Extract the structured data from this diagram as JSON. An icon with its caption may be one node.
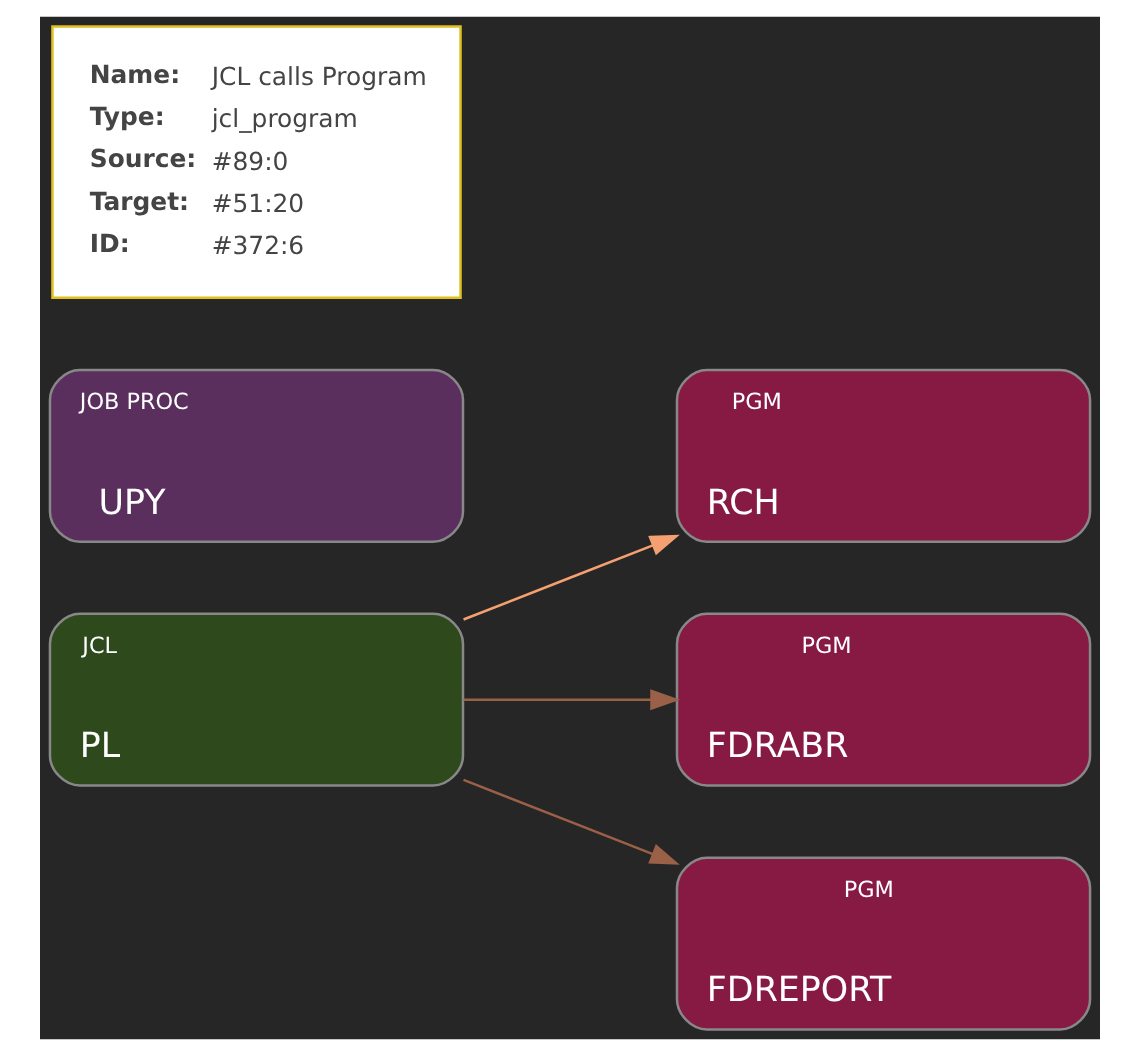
{
  "diagram": {
    "nodes": [
      {
        "text": [
          "JCL",
          "PL"
        ]
      },
      {
        "text": [
          "PGM",
          "RCH"
        ]
      },
      {
        "text": [
          "JOB PROC",
          "UPY"
        ]
      },
      {
        "text": [
          "PGM",
          "FDRABR"
        ]
      },
      {
        "text": [
          "PGM",
          "FDREPORT"
        ]
      },
      {
        "text": [
          "Name:",
          "JCL calls Program",
          "Type:",
          "jcl_program",
          "Source:",
          "#89:0",
          "Target:",
          "#51:20",
          "ID:",
          "#372:6"
        ]
      }
    ],
    "edges": [
      {
        "from": 0,
        "to": 1,
        "arrow": "to",
        "color": "#f4a070"
      },
      {
        "from": 0,
        "to": 3,
        "arrow": "to"
      },
      {
        "from": 0,
        "to": 4,
        "arrow": "to"
      }
    ]
  }
}
